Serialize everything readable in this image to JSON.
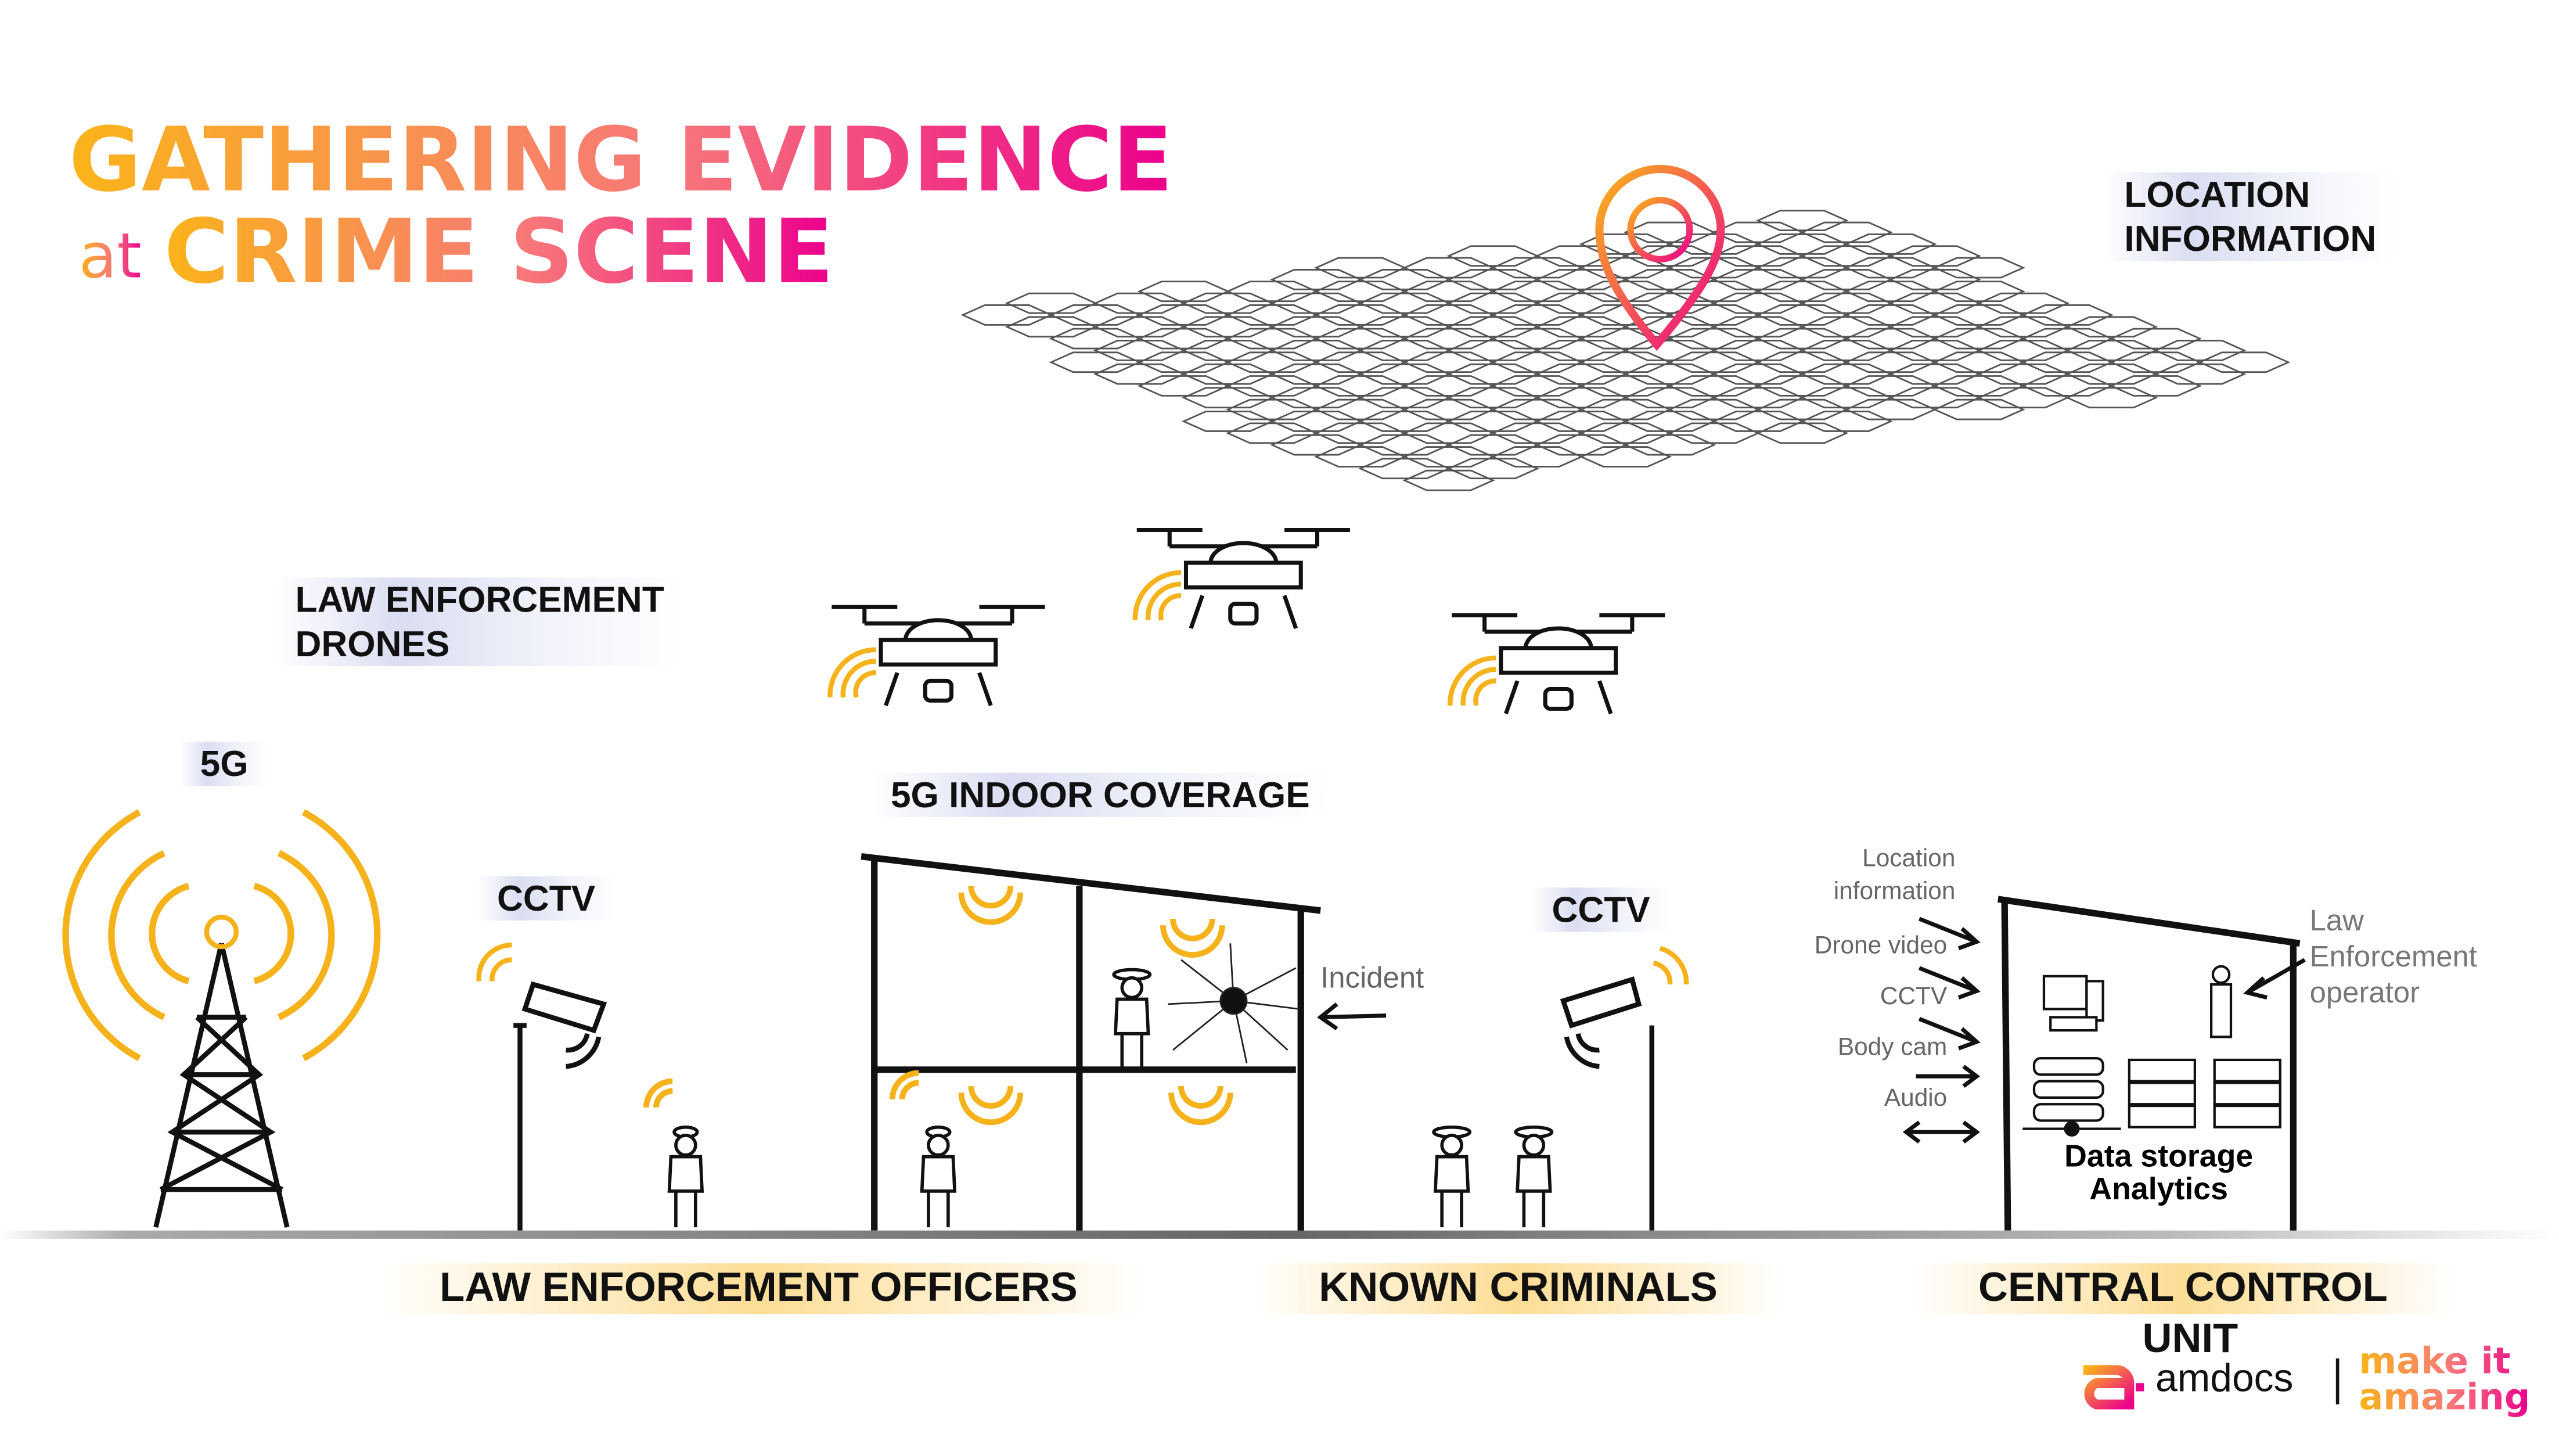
{
  "title": {
    "line1": "GATHERING EVIDENCE",
    "at": "at",
    "line2": "CRIME SCENE"
  },
  "location_info": {
    "line1": "LOCATION",
    "line2": "INFORMATION"
  },
  "drones_label": {
    "line1": "LAW ENFORCEMENT",
    "line2": "DRONES"
  },
  "tower_label": "5G",
  "cctv_left": "CCTV",
  "cctv_right": "CCTV",
  "indoor_label": "5G INDOOR COVERAGE",
  "incident": "Incident",
  "inputs": {
    "location": "Location",
    "location2": "information",
    "drone": "Drone video",
    "cctv": "CCTV",
    "bodycam": "Body cam",
    "audio": "Audio"
  },
  "operator": {
    "line1": "Law",
    "line2": "Enforcement",
    "line3": "operator"
  },
  "storage": {
    "line1": "Data storage",
    "line2": "Analytics"
  },
  "bottom": {
    "officers": "LAW ENFORCEMENT OFFICERS",
    "criminals": "KNOWN CRIMINALS",
    "central1": "CENTRAL CONTROL",
    "central2": "UNIT"
  },
  "logo": {
    "brand": "amdocs",
    "tag1": "make it",
    "tag2": "amazing"
  },
  "colors": {
    "orange": "#fbb419",
    "pink": "#ec008c",
    "wave": "#f6b21b"
  }
}
